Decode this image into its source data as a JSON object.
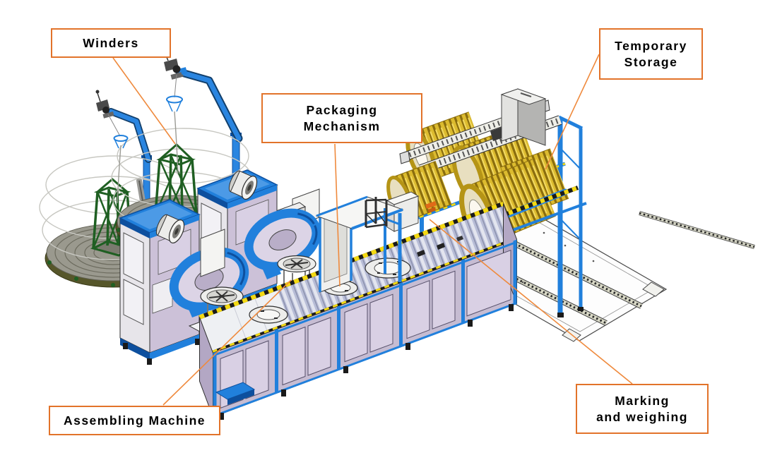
{
  "callouts": {
    "winders": {
      "label": "Winders"
    },
    "packaging_mechanism": {
      "line1": "Packaging",
      "line2": "Mechanism"
    },
    "temporary_storage": {
      "line1": "Temporary",
      "line2": "Storage"
    },
    "assembling_machine": {
      "label": "Assembling Machine"
    },
    "marking_weighing": {
      "line1": "Marking",
      "line2": "and weighing"
    }
  },
  "style": {
    "callout_border_color": "#e2732a",
    "leader_line_color": "#ef8a3d",
    "label_text_color": "#000000",
    "background_color": "#ffffff"
  },
  "palette": {
    "machine_blue": "#2180dc",
    "machine_blue_dark": "#0d4f9e",
    "cabinet_lavender": "#ccc1d8",
    "coil_gold": "#d8b72b",
    "basket_frame_green": "#1f5f22",
    "rail_yellow": "#f3d912",
    "roller_grey": "#b7bcd6",
    "coil_basket_grey": "#9a998e"
  }
}
